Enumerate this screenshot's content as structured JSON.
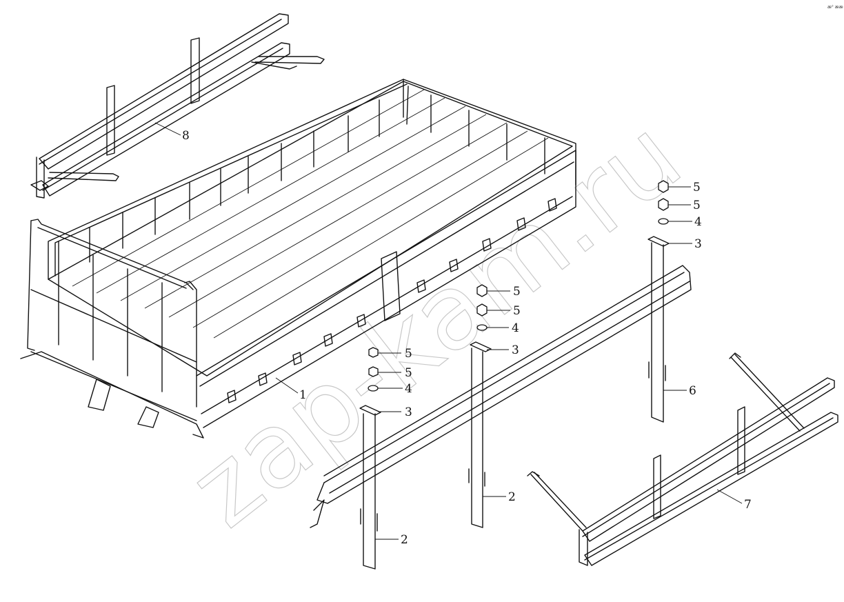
{
  "corner_mark": "æ° ææ",
  "watermark": "zap-kam.ru",
  "callouts": {
    "body": "1",
    "u_bolt": "2",
    "plate": "3",
    "washer": "4",
    "nut": "5",
    "rear_u_bolt": "6",
    "side_guard": "7",
    "front_guard": "8"
  }
}
